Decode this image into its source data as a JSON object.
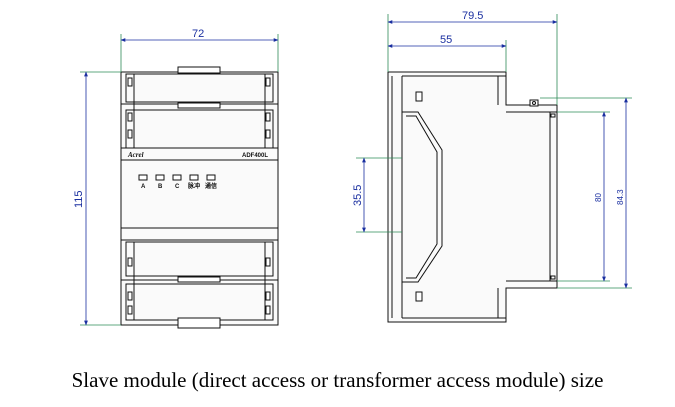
{
  "caption": "Slave module (direct access or transformer access module) size",
  "front_view": {
    "width_dim": "72",
    "height_dim": "115",
    "logo": "Acrel",
    "model": "ADF400L",
    "indicators": [
      "A",
      "B",
      "C",
      "脉冲",
      "通信"
    ]
  },
  "side_view": {
    "total_depth_dim": "79.5",
    "depth_dim": "55",
    "rail_dim": "35.5",
    "body_height_dim": "80",
    "total_height_dim": "84.3"
  },
  "colors": {
    "line": "#111111",
    "dimension": "#1a2fa0",
    "extension": "#2e8b57"
  }
}
